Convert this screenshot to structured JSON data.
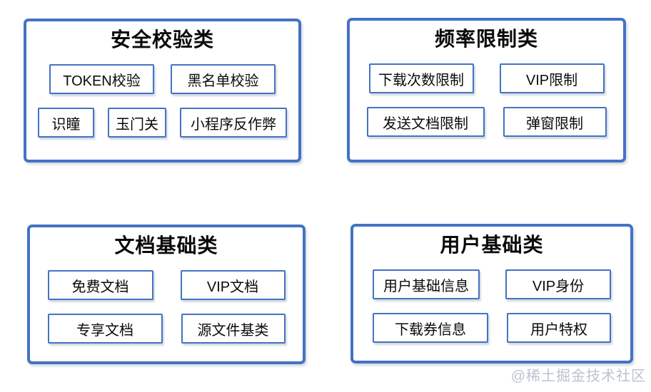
{
  "colors": {
    "accent": "#4472C4",
    "text": "#0a0a0a",
    "watermark_color": "#b9c3d0",
    "background": "#ffffff"
  },
  "watermark": "@稀土掘金技术社区",
  "groups": [
    {
      "title": "安全校验类",
      "rows": [
        [
          "TOKEN校验",
          "黑名单校验"
        ],
        [
          "识瞳",
          "玉门关",
          "小程序反作弊"
        ]
      ]
    },
    {
      "title": "频率限制类",
      "rows": [
        [
          "下载次数限制",
          "VIP限制"
        ],
        [
          "发送文档限制",
          "弹窗限制"
        ]
      ]
    },
    {
      "title": "文档基础类",
      "rows": [
        [
          "免费文档",
          "VIP文档"
        ],
        [
          "专享文档",
          "源文件基类"
        ]
      ]
    },
    {
      "title": "用户基础类",
      "rows": [
        [
          "用户基础信息",
          "VIP身份"
        ],
        [
          "下载券信息",
          "用户特权"
        ]
      ]
    }
  ]
}
